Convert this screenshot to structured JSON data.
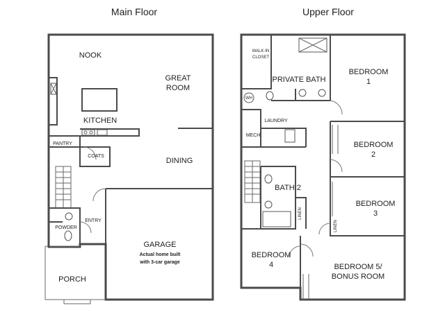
{
  "main_floor": {
    "title": "Main Floor",
    "rooms": {
      "nook": "NOOK",
      "great_room_line1": "GREAT",
      "great_room_line2": "ROOM",
      "kitchen": "KITCHEN",
      "pantry": "PANTRY",
      "coats": "COATS",
      "dining": "DINING",
      "powder": "POWDER",
      "entry": "ENTRY",
      "garage": "GARAGE",
      "garage_note_line1": "Actual home built",
      "garage_note_line2": "with 3-car garage",
      "porch": "PORCH"
    }
  },
  "upper_floor": {
    "title": "Upper Floor",
    "rooms": {
      "walk_in_line1": "WALK-IN",
      "walk_in_line2": "CLOSET",
      "private_bath": "PRIVATE BATH",
      "bedroom1_line1": "BEDROOM",
      "bedroom1_line2": "1",
      "wh": "WH",
      "laundry": "LAUNDRY",
      "mech": "MECH",
      "bedroom2_line1": "BEDROOM",
      "bedroom2_line2": "2",
      "bath2": "BATH 2",
      "linen_a": "LINEN",
      "bedroom3_line1": "BEDROOM",
      "bedroom3_line2": "3",
      "linen_b": "LINEN",
      "bedroom4_line1": "BEDROOM",
      "bedroom4_line2": "4",
      "bedroom5_line1": "BEDROOM 5/",
      "bedroom5_line2": "BONUS ROOM"
    }
  }
}
